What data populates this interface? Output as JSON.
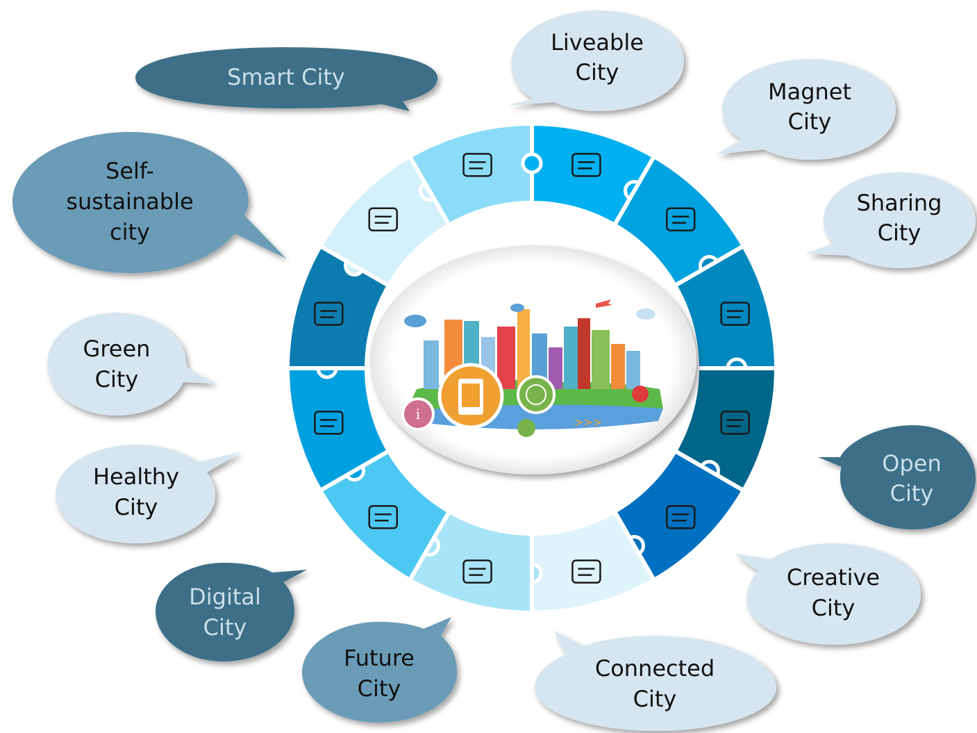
{
  "bubbles": {
    "smart": {
      "line1": "Smart City"
    },
    "liveable": {
      "line1": "Liveable",
      "line2": "City"
    },
    "magnet": {
      "line1": "Magnet",
      "line2": "City"
    },
    "sharing": {
      "line1": "Sharing",
      "line2": "City"
    },
    "self": {
      "line1": "Self-",
      "line2": "sustainable",
      "line3": "city"
    },
    "green": {
      "line1": "Green",
      "line2": "City"
    },
    "healthy": {
      "line1": "Healthy",
      "line2": "City"
    },
    "digital": {
      "line1": "Digital",
      "line2": "City"
    },
    "future": {
      "line1": "Future",
      "line2": "City"
    },
    "connected": {
      "line1": "Connected",
      "line2": "City"
    },
    "creative": {
      "line1": "Creative",
      "line2": "City"
    },
    "open": {
      "line1": "Open",
      "line2": "City"
    }
  },
  "colors": {
    "light_bubble": "#d6e6f0",
    "mid_bubble": "#6b9cb8",
    "dark_bubble": "#3d7088",
    "ring_segments": [
      "#00b0f0",
      "#00a2e0",
      "#0088bf",
      "#00668a",
      "#0070c0",
      "#dff3fb",
      "#a8e4f8",
      "#4cc8f2",
      "#00a0e0",
      "#0c7cb0",
      "#d3f0fb",
      "#8adcf8"
    ]
  },
  "ring_icons": [
    "briefcase-icon",
    "hand-stack-icon",
    "award-badge-icon",
    "database-icon",
    "trophy-icon",
    "ruler-pencil-icon",
    "paper-plane-icon",
    "folder-gear-icon",
    "cubes-icon",
    "tools-icon",
    "gears-icon",
    "open-book-icon"
  ]
}
